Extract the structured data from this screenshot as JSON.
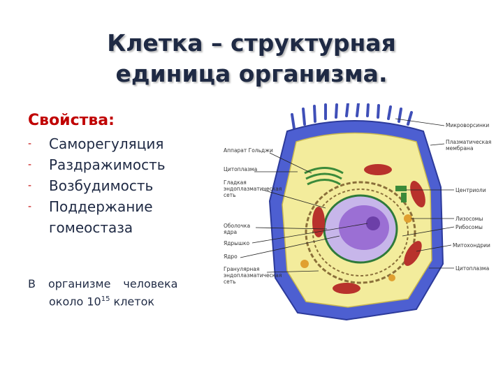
{
  "slide": {
    "title_line1": "Клетка – структурная",
    "title_line2": "единица организма.",
    "properties_heading": "Свойства:",
    "properties": [
      "Саморегуляция",
      "Раздражимость",
      "Возбудимость",
      "Поддержание гомеостаза"
    ],
    "bullet_symbol": "-",
    "footnote_words": [
      "В",
      "организме",
      "человека"
    ],
    "footnote_line2_prefix": "около 10",
    "footnote_exponent": "15",
    "footnote_line2_suffix": " клеток"
  },
  "diagram": {
    "labels_left": {
      "golgi": "Аппарат Гольджи",
      "cytoplasm_left": "Цитоплазма",
      "smooth_er_1": "Гладкая",
      "smooth_er_2": "эндоплазматическая",
      "smooth_er_3": "сеть",
      "nuclear_env_1": "Оболочка",
      "nuclear_env_2": "ядра",
      "nucleolus": "Ядрышко",
      "nucleus": "Ядро",
      "rough_er_1": "Гранулярная",
      "rough_er_2": "эндоплазматическая",
      "rough_er_3": "сеть"
    },
    "labels_right": {
      "microvilli": "Микроворсинки",
      "membrane_1": "Плазматическая",
      "membrane_2": "мембрана",
      "centrioles": "Центриоли",
      "lysosomes": "Лизосомы",
      "ribosomes": "Рибосомы",
      "mitochondria": "Митохондрии",
      "cytoplasm_right": "Цитоплазма"
    },
    "colors": {
      "membrane_blue": "#4d5fd1",
      "cytoplasm_yellow": "#f3ec9c",
      "nucleus_violet": "#9b6fd4",
      "mitochondria_red": "#b8322c",
      "golgi_green": "#3b8a3a"
    }
  }
}
